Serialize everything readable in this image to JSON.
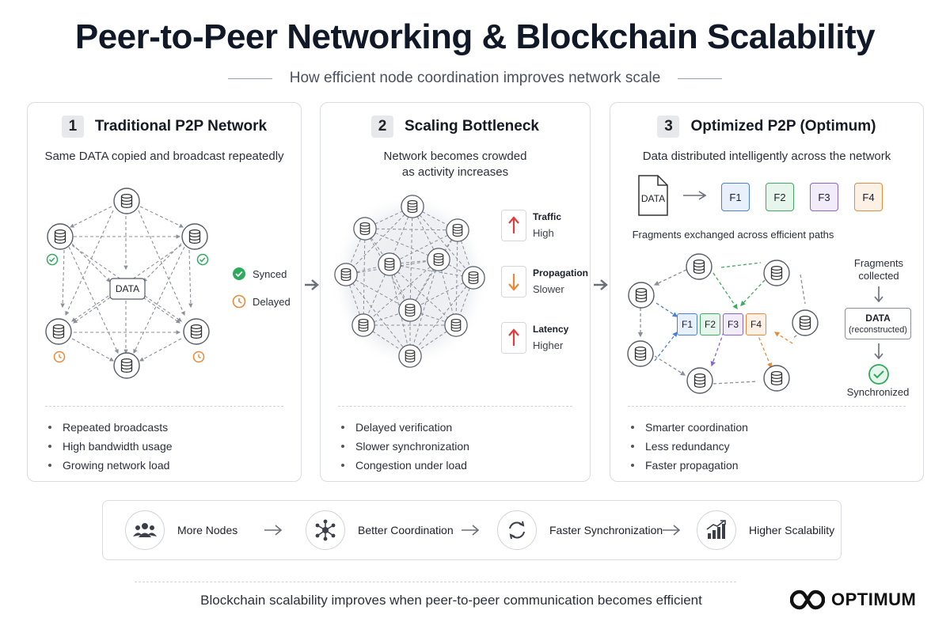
{
  "header": {
    "title": "Peer-to-Peer Networking & Blockchain Scalability",
    "subtitle": "How efficient node coordination improves network scale"
  },
  "panels": [
    {
      "number": "1",
      "title": "Traditional P2P Network",
      "description": "Same DATA copied and broadcast repeatedly",
      "center_label": "DATA",
      "legend": [
        {
          "label": "Synced",
          "color": "#2eaa5c",
          "icon": "check-circle-icon"
        },
        {
          "label": "Delayed",
          "color": "#e8893a",
          "icon": "clock-icon"
        }
      ],
      "bullets": [
        "Repeated broadcasts",
        "High bandwidth usage",
        "Growing network load"
      ]
    },
    {
      "number": "2",
      "title": "Scaling Bottleneck",
      "description_line1": "Network becomes crowded",
      "description_line2": "as activity increases",
      "stats": [
        {
          "label": "Traffic",
          "value": "High",
          "direction": "up",
          "color": "#e03c3c"
        },
        {
          "label": "Propagation",
          "value": "Slower",
          "direction": "down",
          "color": "#e8893a"
        },
        {
          "label": "Latency",
          "value": "Higher",
          "direction": "up",
          "color": "#e03c3c"
        }
      ],
      "bullets": [
        "Delayed verification",
        "Slower synchronization",
        "Congestion under load"
      ]
    },
    {
      "number": "3",
      "title": "Optimized P2P (Optimum)",
      "description": "Data distributed intelligently across the network",
      "data_label": "DATA",
      "fragments": [
        {
          "label": "F1",
          "color": "#4a7fd6",
          "fill": "#e8f0fb"
        },
        {
          "label": "F2",
          "color": "#3faa5f",
          "fill": "#e7f6ec"
        },
        {
          "label": "F3",
          "color": "#8a64c8",
          "fill": "#f1ebfa"
        },
        {
          "label": "F4",
          "color": "#e8893a",
          "fill": "#fdf0e4"
        }
      ],
      "exchange_label": "Fragments exchanged across efficient paths",
      "collected_line1": "Fragments",
      "collected_line2": "collected",
      "reconstructed_line1": "DATA",
      "reconstructed_line2": "(reconstructed)",
      "synchronized_label": "Synchronized",
      "bullets": [
        "Smarter coordination",
        "Less redundancy",
        "Faster propagation"
      ]
    }
  ],
  "flow": [
    {
      "label": "More Nodes",
      "icon": "users-icon"
    },
    {
      "label": "Better Coordination",
      "icon": "network-hub-icon"
    },
    {
      "label": "Faster Synchronization",
      "icon": "sync-icon"
    },
    {
      "label": "Higher Scalability",
      "icon": "growth-chart-icon"
    }
  ],
  "footer": {
    "text": "Blockchain scalability improves when peer-to-peer communication becomes efficient",
    "brand": "OPTIMUM"
  },
  "colors": {
    "line": "#8a8f99",
    "node_stroke": "#555b66",
    "synced": "#2eaa5c",
    "delayed": "#e8893a",
    "alert": "#e03c3c"
  }
}
